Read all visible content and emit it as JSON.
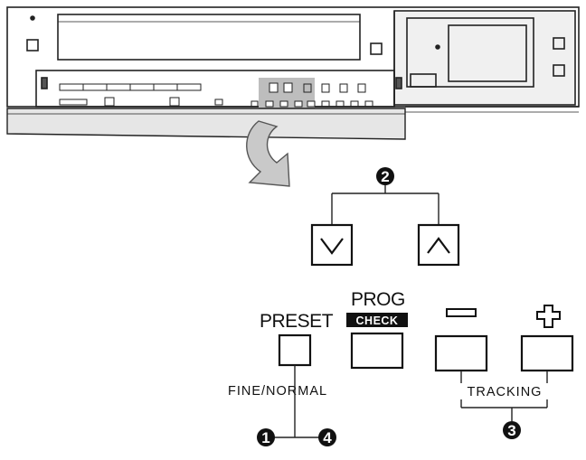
{
  "labels": {
    "preset": "PRESET",
    "prog": "PROG",
    "check": "CHECK",
    "fine_normal": "FINE/NORMAL",
    "tracking": "TRACKING",
    "minus": "−",
    "plus": "+"
  },
  "callouts": {
    "n1": "1",
    "n2": "2",
    "n3": "3",
    "n4": "4"
  }
}
